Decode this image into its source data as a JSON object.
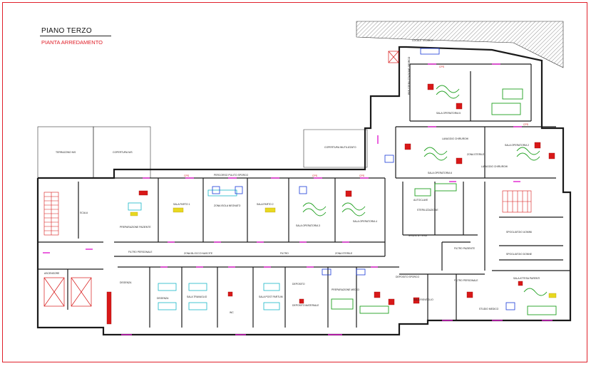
{
  "header": {
    "title": "PIANO TERZO",
    "subtitle": "PIANTA ARREDAMENTO"
  },
  "colors": {
    "frame": "#e0202a",
    "wall": "#1a1a1a",
    "magenta": "#e020d0",
    "red": "#d81818",
    "blue": "#1a3ad8",
    "green": "#20a020",
    "cyan": "#18b8c8",
    "yellow": "#e8d820",
    "hatch": "#777777"
  },
  "rooms": {
    "disimpegno_roof_left": "TERRAZZINO N/S",
    "copertura_left": "COPERTURA N/S",
    "copertura_right": "COPERTURA INUTILIZZATO",
    "locale_tecnico_top": "LOCALE TECNICO",
    "pre_sterilizzazione": "PRE-STERILIZZAZIONE SPORCO",
    "sala_operatoria_1": "SALA OPERATORIA 1",
    "sala_operatoria_2": "SALA OPERATORIA 2",
    "sala_operatoria_3": "SALA OPERATORIA 3",
    "sala_operatoria_4": "SALA OPERATORIA 4",
    "sala_operatoria_5": "SALA OPERATORIA 5",
    "sala_operatoria_6": "SALA OPERATORIA 6",
    "lavaggio_chirurghi": "LAVAGGIO CHIRURGHI",
    "lavaggio_chirurghi_2": "LAVAGGIO CHIRURGHI",
    "sala_parto_1": "SALA PARTO 1",
    "sala_parto_2": "SALA PARTO 2",
    "zona_isola_neonato": "ZONA ISOLA NEONATO",
    "preparazione_paziente": "PREPARAZIONE PAZIENTE",
    "sterilizzazione": "STERILIZZAZIONE",
    "autoclave": "AUTOCLAVE",
    "spazio_attesa": "SPAZIO ATTESA",
    "zona_sterile": "ZONA STERILE",
    "zona_blocco_nascite": "ZONA BLOCCO NASCITE",
    "zona_sterile_top": "ZONA STERILE",
    "filtro_paziente": "FILTRO PAZIENTE",
    "filtro_personale": "FILTRO PERSONALE",
    "filtro_personale_2": "FILTRO PERSONALE",
    "filtro": "FILTRO",
    "spogliatoio_uomini": "SPOGLIATOIO UOMINI",
    "spogliatoio_donne": "SPOGLIATOIO DONNE",
    "sala_risveglio": "SALA RISVEGLIO",
    "degenza_1": "DEGENZA",
    "degenza_2": "DEGENZA",
    "deposito": "DEPOSITO",
    "deposito_2": "DEPOSITO MATERIALE",
    "pronto_soccorso": "PREPARAZIONE MEDICI",
    "sala_travaglio": "SALA TRAVAGLIO",
    "sala_post_partum": "SALA POST PARTUM",
    "wc": "WC",
    "ascensore": "ASCENSORE",
    "scala": "SCALA",
    "cps": "CPS",
    "studio_medico": "STUDIO MEDICO",
    "sala_attesa_parenti": "SALA ATTESA PARENTI",
    "deposito_sporco": "DEPOSITO SPORCO",
    "corridoio": "PERCORSO PULITO SPORCO"
  }
}
